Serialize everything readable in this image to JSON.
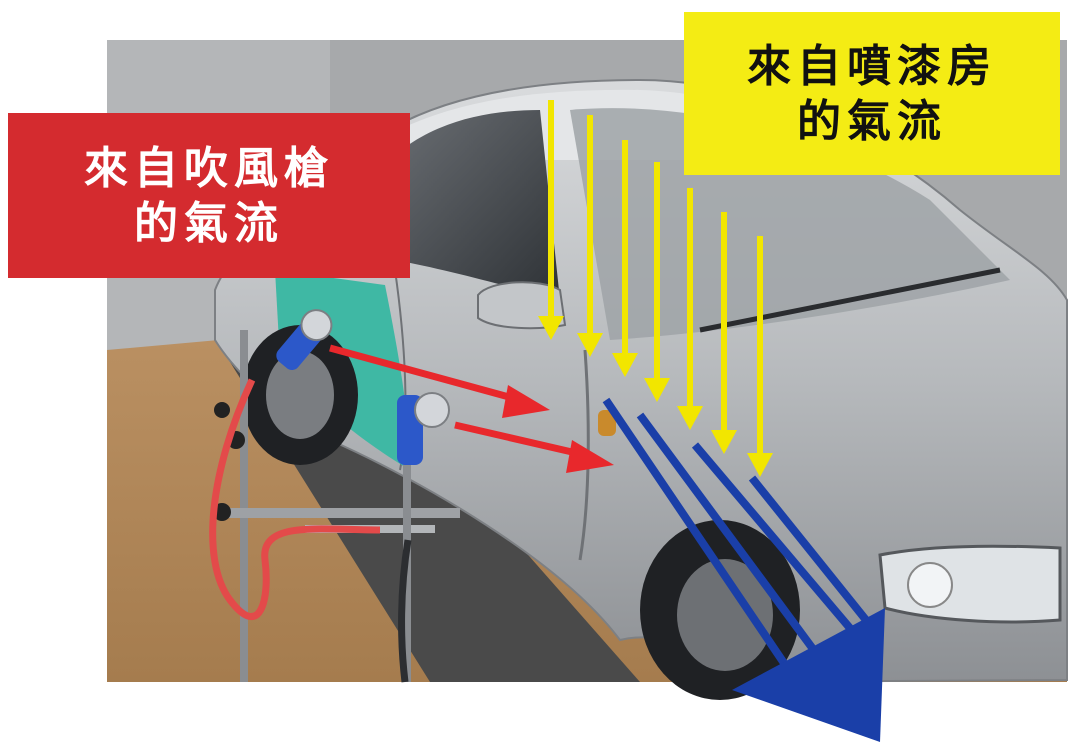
{
  "labels": {
    "spray_gun_airflow": {
      "line1": "來自吹風槍",
      "line2": "的氣流"
    },
    "paint_booth_airflow": {
      "line1": "來自噴漆房",
      "line2": "的氣流"
    }
  },
  "colors": {
    "gun_label_bg": "#d42b2f",
    "booth_label_bg": "#f4ec14",
    "gun_airflow_arrow": "#e8282c",
    "booth_airflow_arrow": "#f2e600",
    "combined_airflow_arrow": "#1a3fa8",
    "car_body": "#b9bcbf",
    "floor": "#b48a5a",
    "wall": "#a7a9ab",
    "masking_panel": "#3fb8a4"
  },
  "icons": [
    "air-blower-stand-icon",
    "air-hose-icon"
  ]
}
